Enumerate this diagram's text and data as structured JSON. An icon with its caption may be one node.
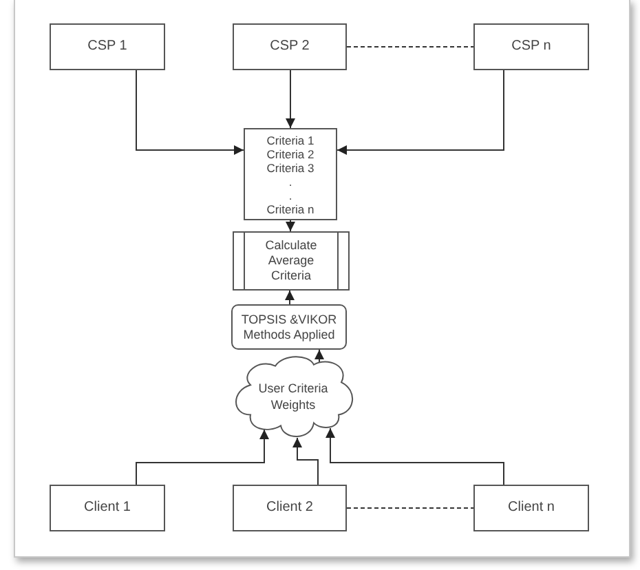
{
  "diagram": {
    "nodes": [
      {
        "text": [
          "CSP 1"
        ]
      },
      {
        "text": [
          "CSP 2"
        ]
      },
      {
        "text": [
          "CSP n"
        ]
      },
      {
        "text": [
          "Criteria 1",
          "Criteria 2",
          "Criteria 3",
          ".",
          ".",
          "Criteria n"
        ]
      },
      {
        "text": [
          "Calculate Average Criteria"
        ]
      },
      {
        "text": [
          "TOPSIS &VIKOR Methods Applied"
        ]
      },
      {
        "text": [
          "User Criteria Weights"
        ]
      },
      {
        "text": [
          "Client 1"
        ]
      },
      {
        "text": [
          "Client 2"
        ]
      },
      {
        "text": [
          "Client n"
        ]
      }
    ],
    "edges": [
      {
        "from": 0,
        "to": 3,
        "arrow": "to"
      },
      {
        "from": 1,
        "to": 3,
        "arrow": "to"
      },
      {
        "from": 2,
        "to": 3,
        "arrow": "to"
      },
      {
        "from": 1,
        "to": 2,
        "arrow": "none",
        "style": "dashed"
      },
      {
        "from": 3,
        "to": 4,
        "arrow": "to"
      },
      {
        "from": 5,
        "to": 4,
        "arrow": "to"
      },
      {
        "from": 6,
        "to": 5,
        "arrow": "to"
      },
      {
        "from": 7,
        "to": 6,
        "arrow": "to"
      },
      {
        "from": 8,
        "to": 6,
        "arrow": "to"
      },
      {
        "from": 9,
        "to": 6,
        "arrow": "to"
      },
      {
        "from": 8,
        "to": 9,
        "arrow": "none",
        "style": "dashed"
      }
    ]
  }
}
